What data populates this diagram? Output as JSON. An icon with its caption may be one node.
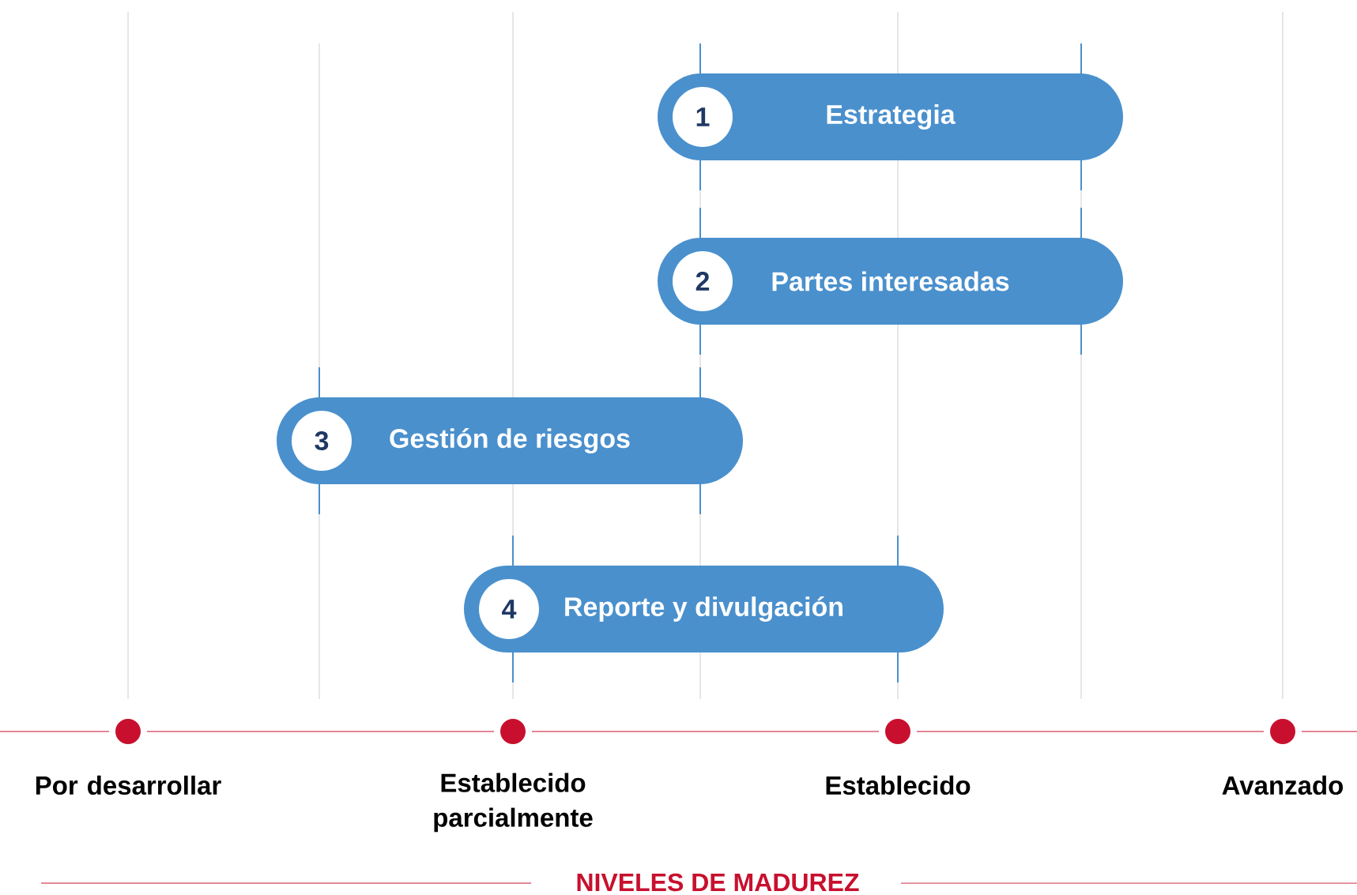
{
  "diagram": {
    "nodes": [
      {
        "text": [
          "Estrategia"
        ]
      },
      {
        "text": [
          "1"
        ],
        "in": 0
      },
      {
        "text": [
          "Partes interesadas"
        ]
      },
      {
        "text": [
          "2"
        ],
        "in": 2
      },
      {
        "text": [
          "Gestión de riesgos"
        ]
      },
      {
        "text": [
          "3"
        ],
        "in": 4
      },
      {
        "text": [
          "Reporte y divulgación"
        ]
      },
      {
        "text": [
          "4"
        ],
        "in": 6
      }
    ],
    "labels": [
      "Por desarrollar",
      "Establecido parcialmente",
      "Establecido",
      "Avanzado",
      "NIVELES DE MADUREZ"
    ]
  }
}
